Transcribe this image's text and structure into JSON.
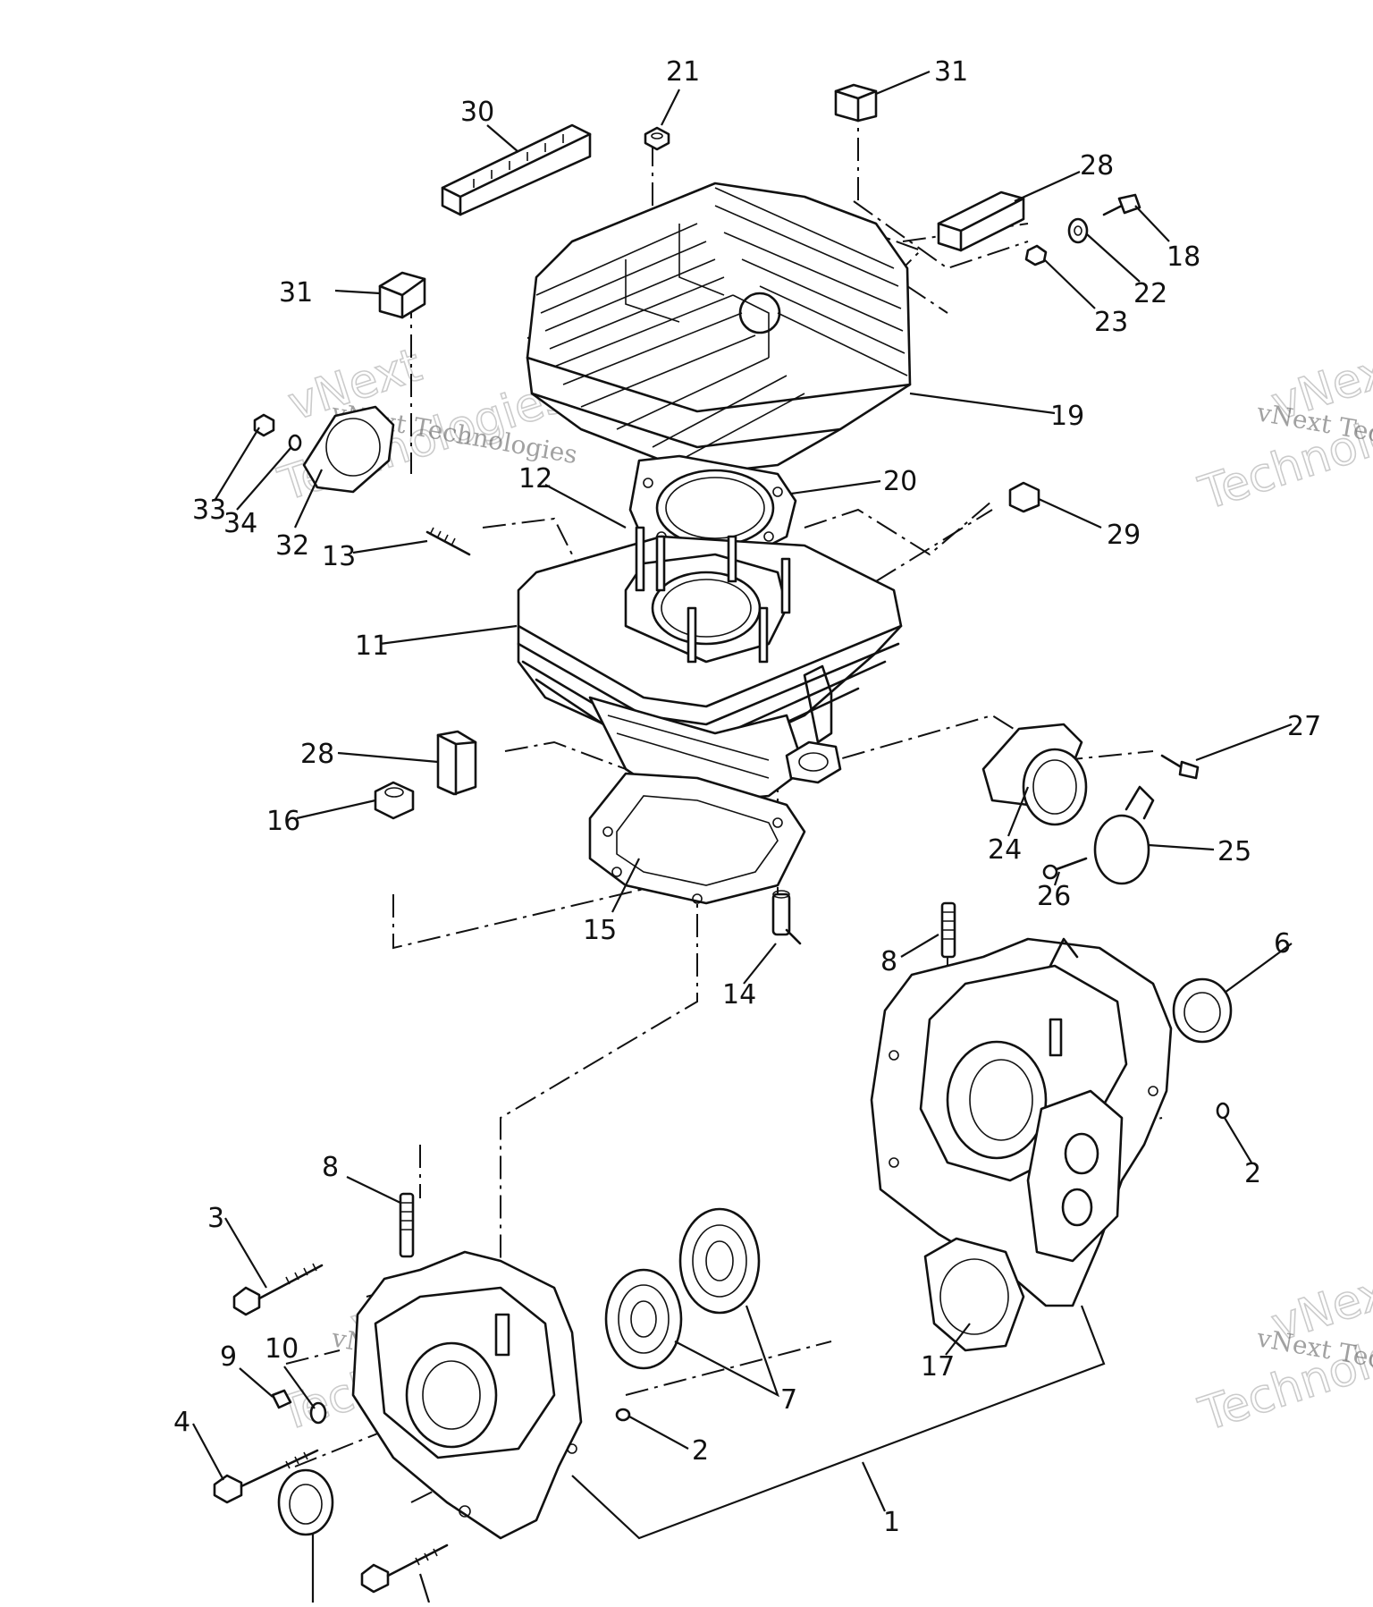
{
  "watermark": {
    "line1": "vNext Technologies",
    "line2": "vNext",
    "line3": "Technologies"
  },
  "callouts": {
    "c1": "1",
    "c2a": "2",
    "c2b": "2",
    "c3": "3",
    "c4": "4",
    "c6": "6",
    "c7": "7",
    "c8a": "8",
    "c8b": "8",
    "c9": "9",
    "c10": "10",
    "c11": "11",
    "c12": "12",
    "c13": "13",
    "c14": "14",
    "c15": "15",
    "c16": "16",
    "c17": "17",
    "c18": "18",
    "c19": "19",
    "c20": "20",
    "c21": "21",
    "c22": "22",
    "c23": "23",
    "c24": "24",
    "c25": "25",
    "c26": "26",
    "c27": "27",
    "c28a": "28",
    "c28b": "28",
    "c29": "29",
    "c30": "30",
    "c31a": "31",
    "c31b": "31",
    "c32": "32",
    "c33": "33",
    "c34": "34"
  }
}
